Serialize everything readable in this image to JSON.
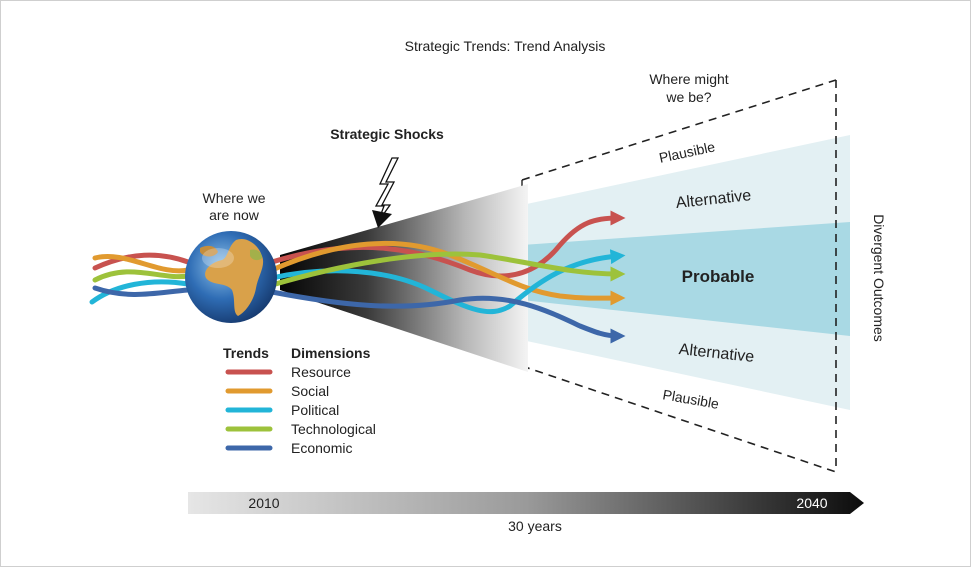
{
  "title": "Strategic Trends: Trend Analysis",
  "where_now": [
    "Where we",
    "are now"
  ],
  "where_future": [
    "Where might",
    "we be?"
  ],
  "shocks": "Strategic Shocks",
  "outcomes": {
    "plausible_top": "Plausible",
    "alternative_top": "Alternative",
    "probable": "Probable",
    "alternative_bottom": "Alternative",
    "plausible_bottom": "Plausible"
  },
  "divergent": "Divergent Outcomes",
  "legend": {
    "trends_header": "Trends",
    "dimensions_header": "Dimensions",
    "items": [
      {
        "label": "Resource",
        "color": "#c8524f"
      },
      {
        "label": "Social",
        "color": "#e19a2f"
      },
      {
        "label": "Political",
        "color": "#22b5d8"
      },
      {
        "label": "Technological",
        "color": "#9dc23b"
      },
      {
        "label": "Economic",
        "color": "#3d67a9"
      }
    ]
  },
  "timeline": {
    "start": "2010",
    "end": "2040",
    "span": "30 years"
  },
  "colors": {
    "probable_band": "#a9d9e4",
    "outer_band": "#e3f0f3",
    "globe_ocean": "#2a62a8",
    "globe_land": "#d9a14a"
  }
}
